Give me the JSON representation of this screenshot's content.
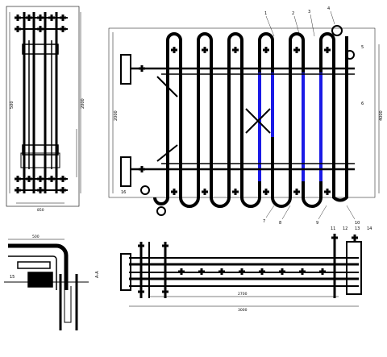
{
  "drawing": {
    "colors": {
      "ink": "#000000",
      "accent": "#1a1ae6",
      "background": "#ffffff"
    },
    "section_label": "А-А",
    "dimensions": {
      "left_height": "2000",
      "left_side": "500",
      "left_bottom": "850",
      "front_width": "4000",
      "front_height": "2000",
      "bottom_overall": "3000",
      "bottom_sub": "2700",
      "detail_width": "500"
    },
    "callouts": [
      "1",
      "2",
      "3",
      "4",
      "5",
      "6",
      "7",
      "8",
      "9",
      "10",
      "11",
      "12",
      "13",
      "14",
      "15",
      "16"
    ]
  }
}
